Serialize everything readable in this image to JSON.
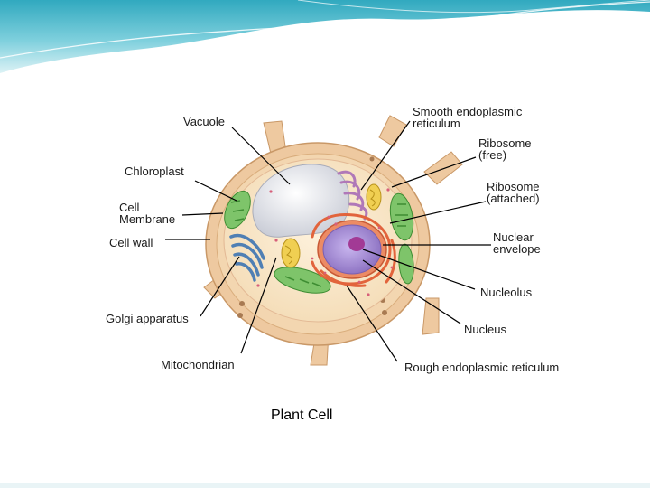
{
  "diagram": {
    "caption": "Plant Cell",
    "labels": {
      "vacuole": "Vacuole",
      "chloroplast": "Chloroplast",
      "cell_membrane": "Cell\nMembrane",
      "cell_wall": "Cell wall",
      "golgi_apparatus": "Golgi apparatus",
      "mitochondrion": "Mitochondrian",
      "smooth_er": "Smooth endoplasmic\nreticulum",
      "ribosome_free": "Ribosome\n(free)",
      "ribosome_attached": "Ribosome\n(attached)",
      "nuclear_envelope": "Nuclear\nenvelope",
      "nucleolus": "Nucleolus",
      "nucleus": "Nucleus",
      "rough_er": "Rough endoplasmic reticulum"
    }
  },
  "colors": {
    "header_teal": "#3fb7c9",
    "header_light": "#bfe8ef",
    "cell_wall": "#eec9a0",
    "cytoplasm": "#f8e7c8",
    "vacuole": "#e4e6ec",
    "chloroplast": "#7ec46a",
    "golgi": "#4f7fb4",
    "smooth_er": "#b078b8",
    "rough_er": "#e2643c",
    "nucleus": "#9d86cc",
    "nucleolus": "#a23a95",
    "mitochondrion": "#f0cf52",
    "leader_line": "#000000"
  }
}
